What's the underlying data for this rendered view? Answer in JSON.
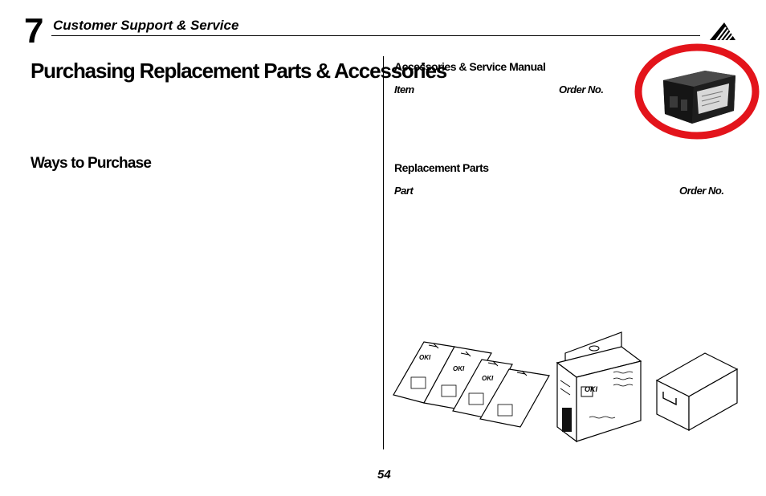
{
  "header": {
    "chapter_number": "7",
    "chapter_title": "Customer Support & Service",
    "logo_icon": "oki-stripes-logo-icon"
  },
  "left_column": {
    "title": "Purchasing Replacement Parts & Accessories",
    "ways_heading": "Ways to Purchase"
  },
  "right_column": {
    "accessories": {
      "heading": "Accessories & Service Manual",
      "col_item": "Item",
      "col_order": "Order No."
    },
    "replacement": {
      "heading": "Replacement Parts",
      "col_part": "Part",
      "col_order": "Order No."
    }
  },
  "illustrations": {
    "highlight_color": "#e3141b",
    "ribbon_brand": "OKI",
    "box_brand": "OKI"
  },
  "footer": {
    "page_number": "54"
  }
}
